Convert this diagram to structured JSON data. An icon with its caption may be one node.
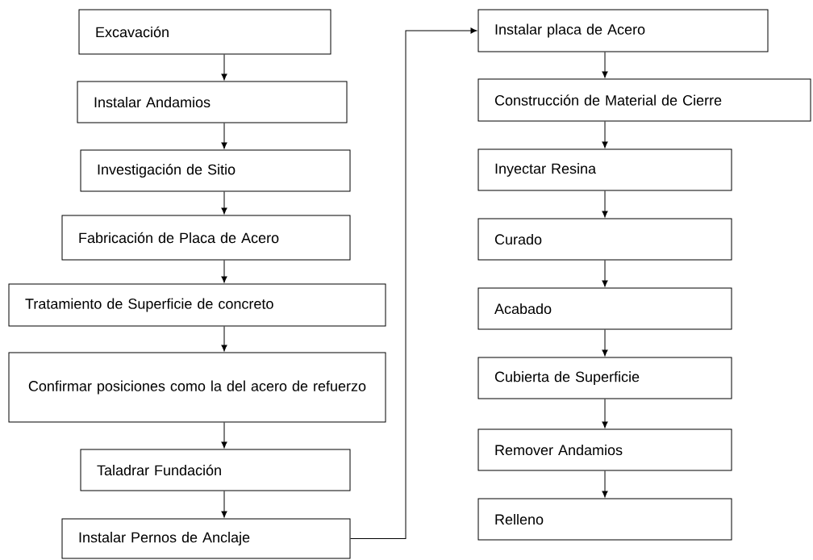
{
  "diagram": {
    "nodes": [
      {
        "text": [
          "Excavación"
        ]
      },
      {
        "text": [
          "Instalar Andamios"
        ]
      },
      {
        "text": [
          "Investigación de Sitio"
        ]
      },
      {
        "text": [
          "Fabricación de Placa de Acero"
        ]
      },
      {
        "text": [
          "Tratamiento de Superficie de concreto"
        ]
      },
      {
        "text": [
          "Confirmar posiciones como la del acero de refuerzo"
        ]
      },
      {
        "text": [
          "Taladrar Fundación"
        ]
      },
      {
        "text": [
          "Instalar Pernos de Anclaje"
        ]
      },
      {
        "text": [
          "Instalar placa de Acero"
        ]
      },
      {
        "text": [
          "Construcción de Material de Cierre"
        ]
      },
      {
        "text": [
          "Inyectar Resina"
        ]
      },
      {
        "text": [
          "Curado"
        ]
      },
      {
        "text": [
          "Acabado"
        ]
      },
      {
        "text": [
          "Cubierta de Superficie"
        ]
      },
      {
        "text": [
          "Remover Andamios"
        ]
      },
      {
        "text": [
          "Relleno"
        ]
      }
    ],
    "edges": [
      {
        "from": 0,
        "to": 1,
        "arrow": "to"
      },
      {
        "from": 1,
        "to": 2,
        "arrow": "to"
      },
      {
        "from": 2,
        "to": 3,
        "arrow": "to"
      },
      {
        "from": 3,
        "to": 4,
        "arrow": "to"
      },
      {
        "from": 4,
        "to": 5,
        "arrow": "to"
      },
      {
        "from": 5,
        "to": 6,
        "arrow": "to"
      },
      {
        "from": 6,
        "to": 7,
        "arrow": "to"
      },
      {
        "from": 7,
        "to": 8,
        "arrow": "to"
      },
      {
        "from": 8,
        "to": 9,
        "arrow": "to"
      },
      {
        "from": 9,
        "to": 10,
        "arrow": "to"
      },
      {
        "from": 10,
        "to": 11,
        "arrow": "to"
      },
      {
        "from": 11,
        "to": 12,
        "arrow": "to"
      },
      {
        "from": 12,
        "to": 13,
        "arrow": "to"
      },
      {
        "from": 13,
        "to": 14,
        "arrow": "to"
      },
      {
        "from": 14,
        "to": 15,
        "arrow": "to"
      }
    ]
  }
}
